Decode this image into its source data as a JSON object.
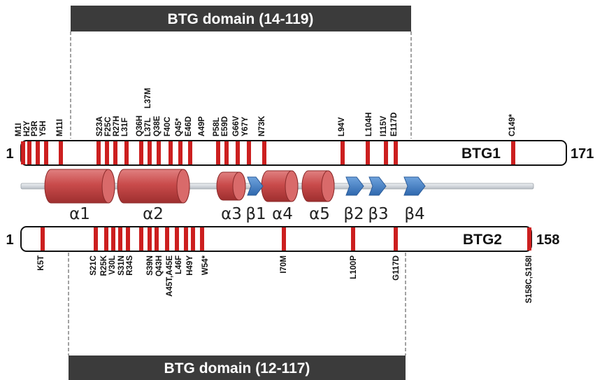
{
  "top_domain": {
    "label": "BTG domain (14-119)"
  },
  "bottom_domain": {
    "label": "BTG domain (12-117)"
  },
  "btg1": {
    "name": "BTG1",
    "start": "1",
    "end": "171",
    "mutations": [
      "M1I",
      "H2Y",
      "P3R",
      "Y5H",
      "M11I",
      "S23A",
      "F25C",
      "R27H",
      "L31F",
      "Q36H",
      "L37L",
      "L37M",
      "Q38E",
      "F40C",
      "Q45*",
      "E46D",
      "A49P",
      "P58L",
      "E59D",
      "G66V",
      "Y67Y",
      "N73K",
      "L94V",
      "L104H",
      "I115V",
      "E117D",
      "C149*"
    ]
  },
  "btg2": {
    "name": "BTG2",
    "start": "1",
    "end": "158",
    "mutations": [
      "K5T",
      "S21C",
      "R25K",
      "V30L",
      "S31N",
      "R34S",
      "S39N",
      "Q43H",
      "A45T,A45E",
      "L46F",
      "H49Y",
      "W54*",
      "I70M",
      "L100P",
      "G117D",
      "S158C,S158I"
    ]
  },
  "structure": {
    "helices": [
      "α1",
      "α2",
      "α3",
      "α4",
      "α5"
    ],
    "strands": [
      "β1",
      "β2",
      "β3",
      "β4"
    ]
  },
  "colors": {
    "mutation": "#cc1f1f",
    "helix": "#c94b4b",
    "strand": "#3d7cc4",
    "domain_bar": "#3b3b3b",
    "backbone": "#cfd4da"
  }
}
